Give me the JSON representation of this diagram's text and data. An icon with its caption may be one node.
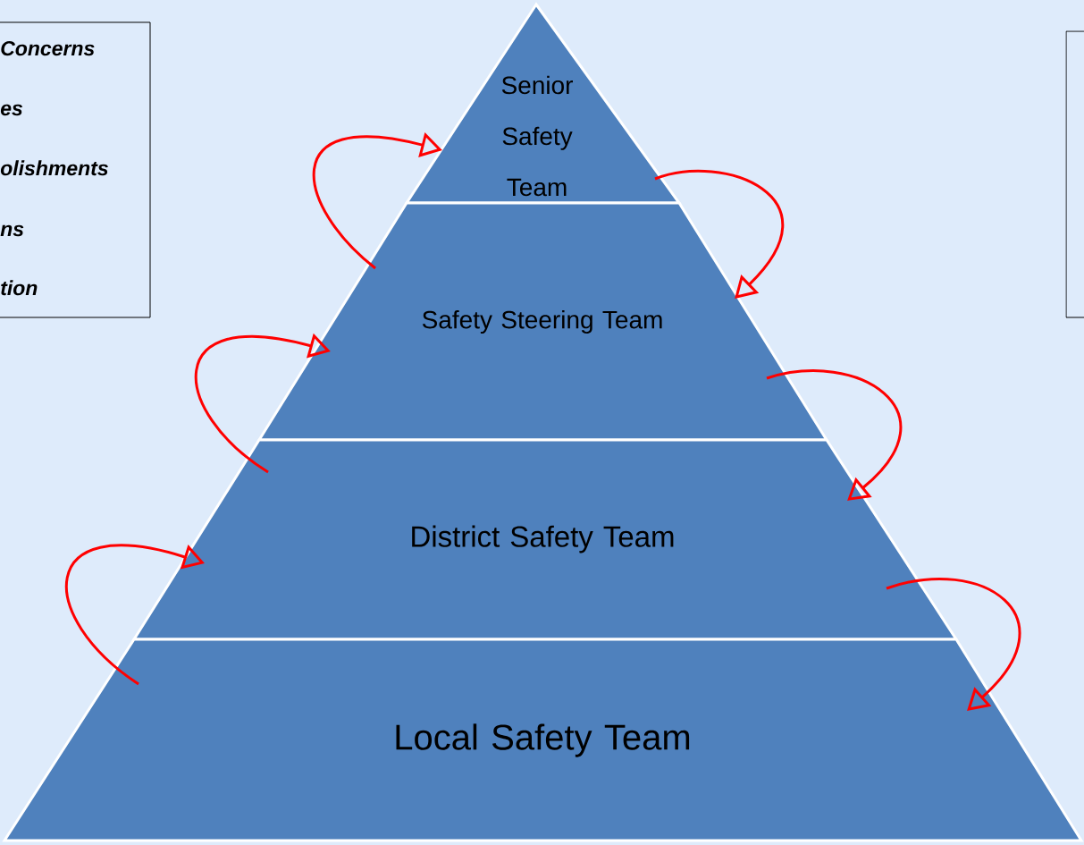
{
  "diagram": {
    "nodes": [
      {
        "text": [
          "Concerns",
          "es",
          "olishments",
          "ns",
          "tion"
        ]
      },
      {
        "text": [],
        "shape": "box"
      },
      {
        "text": [
          "Senior Safety Team"
        ]
      },
      {
        "text": [
          "Safety Steering Team"
        ]
      },
      {
        "text": [
          "District Safety Team"
        ]
      },
      {
        "text": [
          "Local Safety Team"
        ]
      }
    ],
    "edges": [
      {
        "from": 3,
        "to": 2,
        "arrow": "to"
      },
      {
        "from": 2,
        "to": 3,
        "arrow": "to"
      },
      {
        "from": 4,
        "to": 3,
        "arrow": "to"
      },
      {
        "from": 3,
        "to": 4,
        "arrow": "to"
      },
      {
        "from": 5,
        "to": 4,
        "arrow": "to"
      },
      {
        "from": 4,
        "to": 5,
        "arrow": "to"
      }
    ]
  }
}
